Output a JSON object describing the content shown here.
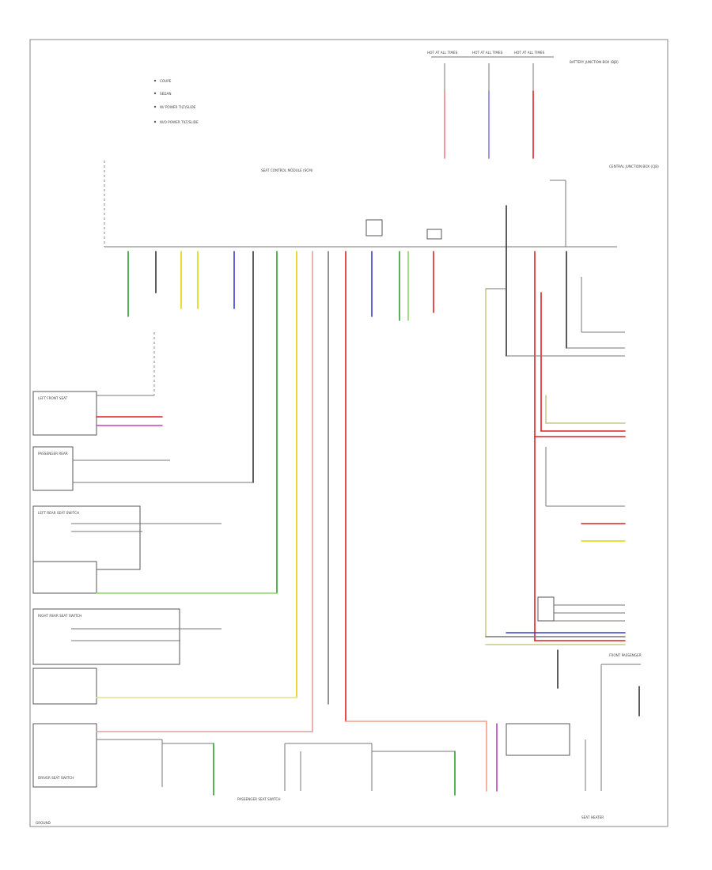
{
  "diagram": {
    "module_title": "SEAT CONTROL MODULE (SCM)",
    "legend": [
      "COUPE",
      "SEDAN",
      "W/ POWER TILT/SLIDE",
      "W/O POWER TILT/SLIDE"
    ],
    "wire_colors": {
      "black": "#333333",
      "green": "#2e9e2e",
      "yellow": "#e4d400",
      "blue": "#3a3ad0",
      "red": "#e02020",
      "pink": "#f08080",
      "violet": "#c040c0",
      "lightgreen": "#8ed36a",
      "olive": "#a8a86a",
      "gray": "#999999"
    },
    "labels": {
      "hot_fuses": [
        "HOT AT ALL TIMES",
        "HOT AT ALL TIMES",
        "HOT AT ALL TIMES"
      ],
      "battery_junction": "BATTERY JUNCTION BOX (BJB)",
      "central_junction": "CENTRAL JUNCTION BOX (CJB)",
      "left_front_seat": "LEFT FRONT SEAT",
      "passenger_rear": "PASSENGER REAR",
      "left_rear_switch": "LEFT REAR SEAT SWITCH",
      "right_rear_switch": "RIGHT REAR SEAT SWITCH",
      "driver_switch": "DRIVER SEAT SWITCH",
      "passenger_switch": "PASSENGER SEAT SWITCH",
      "ground": "GROUND",
      "seat_heater": "SEAT HEATER",
      "front_passenger": "FRONT PASSENGER"
    }
  }
}
